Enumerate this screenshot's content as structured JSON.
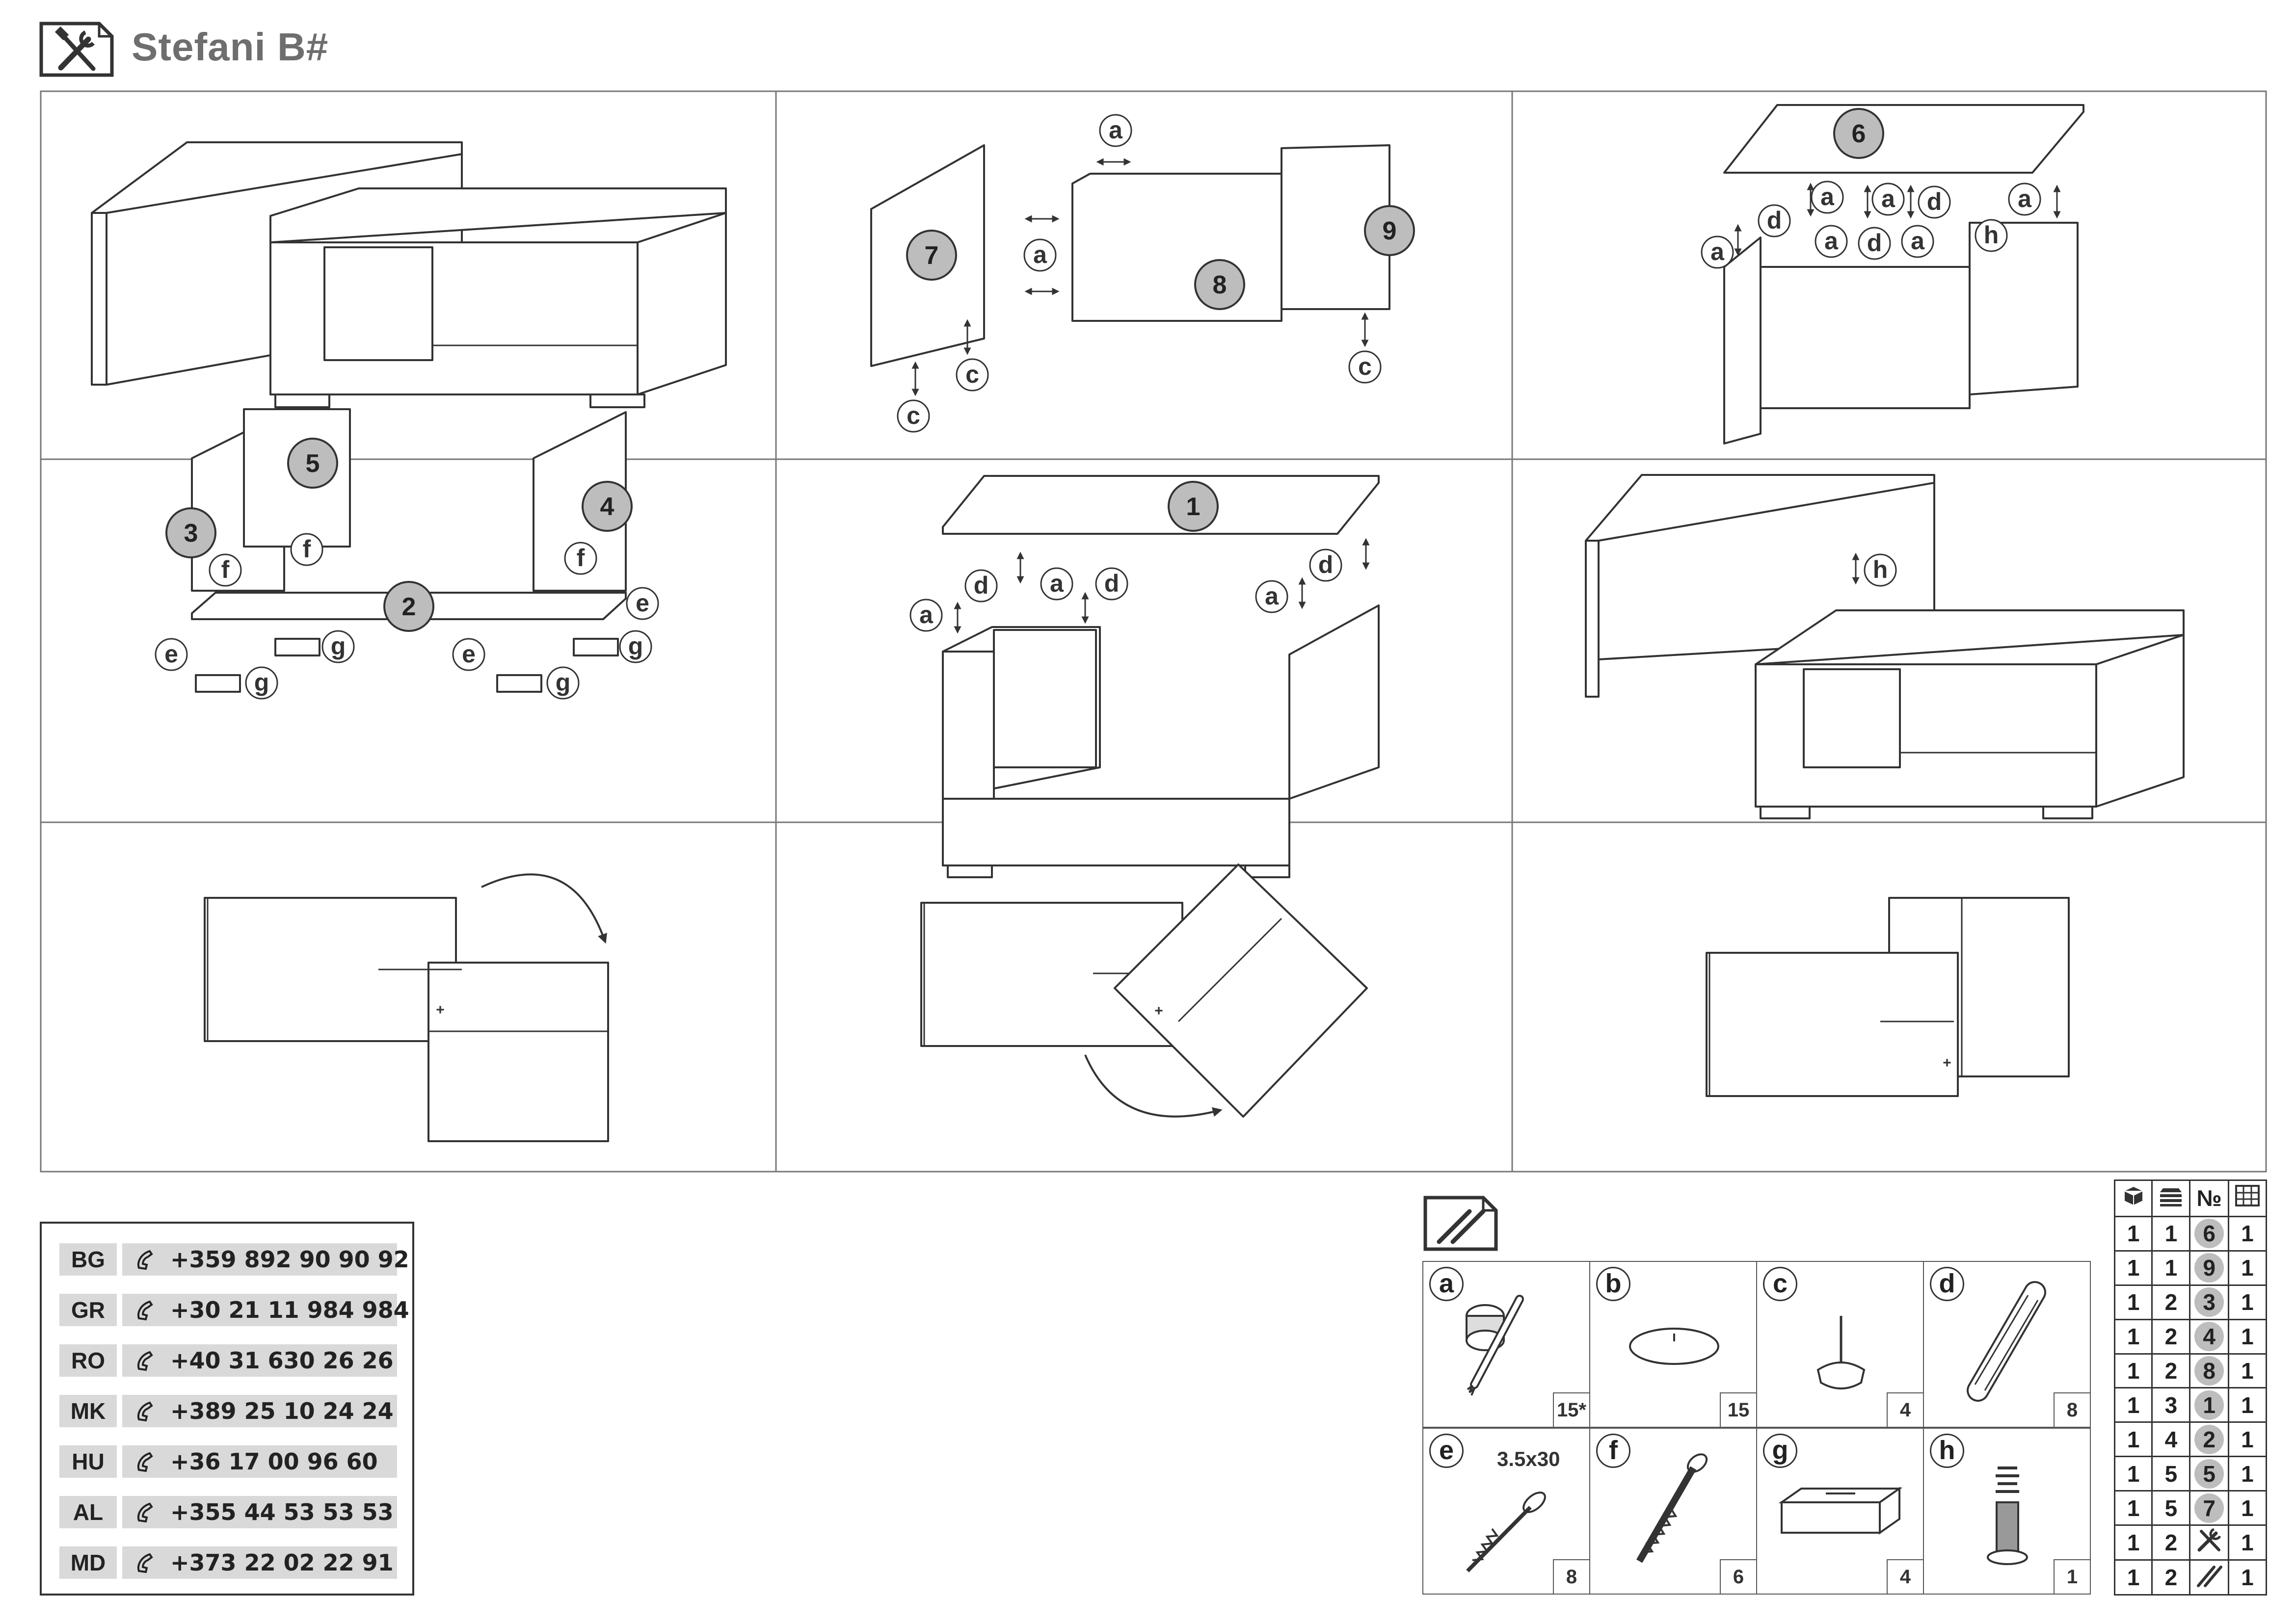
{
  "header": {
    "title": "Stefani B#",
    "icon": "tools-icon"
  },
  "steps": {
    "count": 9,
    "part_labels": {
      "p1": "1",
      "p2": "2",
      "p3": "3",
      "p4": "4",
      "p5": "5",
      "p6": "6",
      "p7": "7",
      "p8": "8",
      "p9": "9"
    },
    "hardware_labels": {
      "a": "a",
      "c": "c",
      "d": "d",
      "e": "e",
      "f": "f",
      "g": "g",
      "h": "h"
    }
  },
  "contacts": [
    {
      "code": "BG",
      "phone": "+359 892 90 90 92"
    },
    {
      "code": "GR",
      "phone": "+30 21 11 984 984"
    },
    {
      "code": "RO",
      "phone": "+40 31 630 26 26"
    },
    {
      "code": "MK",
      "phone": "+389 25 10 24 24"
    },
    {
      "code": "HU",
      "phone": "+36 17 00 96 60"
    },
    {
      "code": "AL",
      "phone": "+355 44 53 53 53"
    },
    {
      "code": "MD",
      "phone": "+373 22 02 22 91"
    }
  ],
  "hardware": {
    "icon": "fittings-icon",
    "items": [
      {
        "letter": "a",
        "qty": "15*",
        "icon": "cam-lock-icon"
      },
      {
        "letter": "b",
        "qty": "15",
        "icon": "cover-cap-icon"
      },
      {
        "letter": "c",
        "qty": "4",
        "icon": "glide-nail-icon"
      },
      {
        "letter": "d",
        "qty": "8",
        "icon": "wood-dowel-icon"
      },
      {
        "letter": "e",
        "qty": "8",
        "size": "3.5x30",
        "icon": "wood-screw-icon"
      },
      {
        "letter": "f",
        "qty": "6",
        "icon": "confirmat-screw-icon"
      },
      {
        "letter": "g",
        "qty": "4",
        "icon": "foot-block-icon"
      },
      {
        "letter": "h",
        "qty": "1",
        "icon": "pivot-fitting-icon"
      }
    ]
  },
  "parts_table": {
    "headers": [
      "box-icon",
      "layers-icon",
      "№",
      "grid-icon"
    ],
    "number_header": "№",
    "rows": [
      {
        "box": "1",
        "layer": "1",
        "part": "6",
        "qty": "1"
      },
      {
        "box": "1",
        "layer": "1",
        "part": "9",
        "qty": "1"
      },
      {
        "box": "1",
        "layer": "2",
        "part": "3",
        "qty": "1"
      },
      {
        "box": "1",
        "layer": "2",
        "part": "4",
        "qty": "1"
      },
      {
        "box": "1",
        "layer": "2",
        "part": "8",
        "qty": "1"
      },
      {
        "box": "1",
        "layer": "3",
        "part": "1",
        "qty": "1"
      },
      {
        "box": "1",
        "layer": "4",
        "part": "2",
        "qty": "1"
      },
      {
        "box": "1",
        "layer": "5",
        "part": "5",
        "qty": "1"
      },
      {
        "box": "1",
        "layer": "5",
        "part": "7",
        "qty": "1"
      },
      {
        "box": "1",
        "layer": "2",
        "part": "tools-icon",
        "qty": "1"
      },
      {
        "box": "1",
        "layer": "2",
        "part": "fittings-icon",
        "qty": "1"
      }
    ]
  }
}
